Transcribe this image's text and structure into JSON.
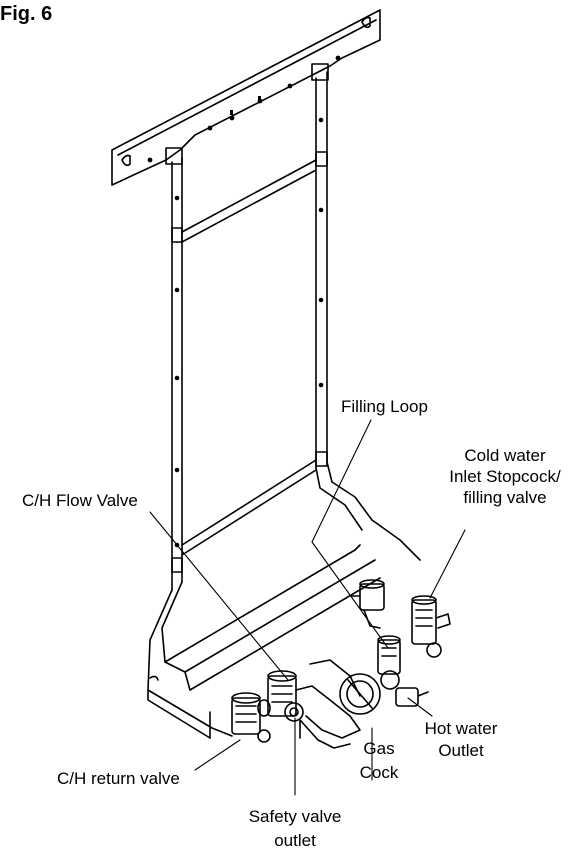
{
  "figure_label": "Fig. 6",
  "labels": {
    "filling_loop": "Filling Loop",
    "cold_water_1": "Cold water",
    "cold_water_2": "Inlet Stopcock/",
    "cold_water_3": "filling valve",
    "ch_flow_valve": "C/H Flow Valve",
    "gas_cock_1": "Gas",
    "gas_cock_2": "Cock",
    "hot_water_1": "Hot water",
    "hot_water_2": "Outlet",
    "ch_return_valve": "C/H return valve",
    "safety_valve_1": "Safety valve",
    "safety_valve_2": "outlet"
  },
  "colors": {
    "line": "#000000",
    "background": "#ffffff"
  }
}
